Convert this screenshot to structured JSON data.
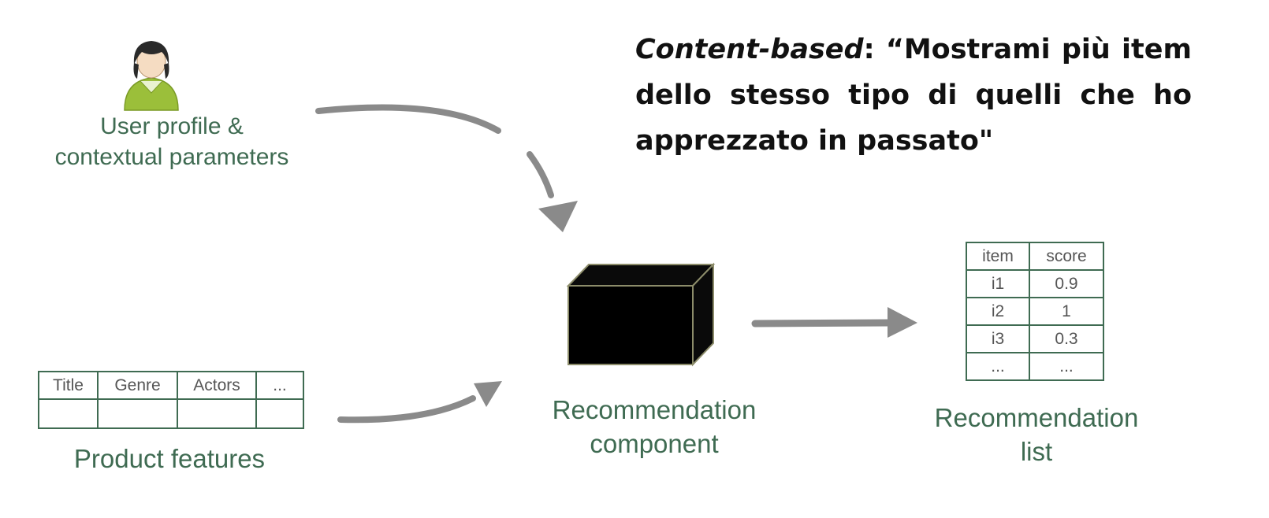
{
  "heading": {
    "emphasis": "Content-based",
    "rest": ": “Mostrami più item dello stesso tipo di quelli che ho apprezzato in passato\""
  },
  "user": {
    "label_line1": "User profile &",
    "label_line2": "contextual parameters"
  },
  "product": {
    "headers": [
      "Title",
      "Genre",
      "Actors",
      "..."
    ],
    "label": "Product features"
  },
  "component": {
    "label_line1": "Recommendation",
    "label_line2": "component"
  },
  "list": {
    "headers": [
      "item",
      "score"
    ],
    "rows": [
      {
        "item": "i1",
        "score": "0.9"
      },
      {
        "item": "i2",
        "score": "1"
      },
      {
        "item": "i3",
        "score": "0.3"
      },
      {
        "item": "...",
        "score": "..."
      }
    ],
    "label_line1": "Recommendation",
    "label_line2": "list"
  },
  "colors": {
    "label_green": "#3f6b52",
    "arrow_gray": "#8a8a8a",
    "avatar_green": "#9bbf3a",
    "box_black": "#000000"
  }
}
